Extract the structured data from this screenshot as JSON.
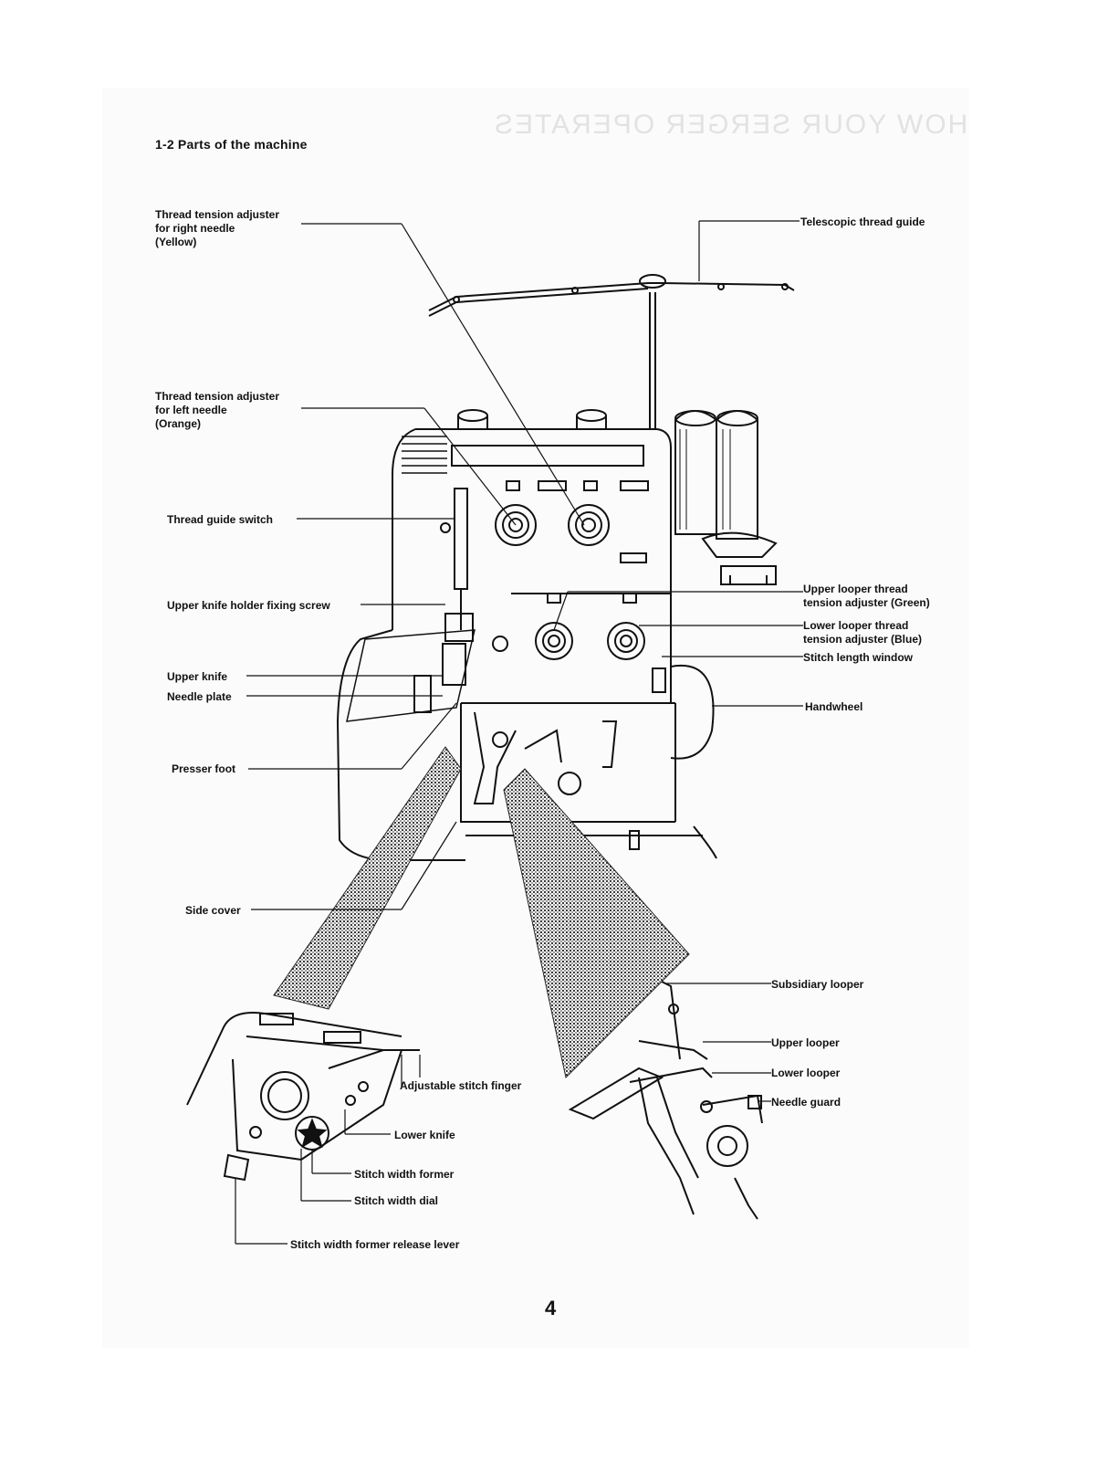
{
  "page": {
    "heading": "1-2  Parts of the machine",
    "page_number": "4"
  },
  "labels": {
    "right_needle_tension": "Thread tension adjuster\nfor right needle\n(Yellow)",
    "left_needle_tension": "Thread tension adjuster\nfor left needle\n(Orange)",
    "thread_guide_switch": "Thread guide switch",
    "upper_knife_holder_screw": "Upper knife holder fixing screw",
    "upper_knife": "Upper knife",
    "needle_plate": "Needle plate",
    "presser_foot": "Presser foot",
    "side_cover": "Side cover",
    "telescopic_thread_guide": "Telescopic thread guide",
    "upper_looper_tension": "Upper looper thread\ntension adjuster (Green)",
    "lower_looper_tension": "Lower looper thread\ntension adjuster (Blue)",
    "stitch_length_window": "Stitch length window",
    "handwheel": "Handwheel",
    "subsidiary_looper": "Subsidiary looper",
    "upper_looper": "Upper looper",
    "lower_looper": "Lower looper",
    "needle_guard": "Needle guard",
    "adjustable_stitch_finger": "Adjustable stitch finger",
    "lower_knife": "Lower knife",
    "stitch_width_former": "Stitch width former",
    "stitch_width_dial": "Stitch width dial",
    "stitch_width_former_release_lever": "Stitch width former release lever"
  }
}
